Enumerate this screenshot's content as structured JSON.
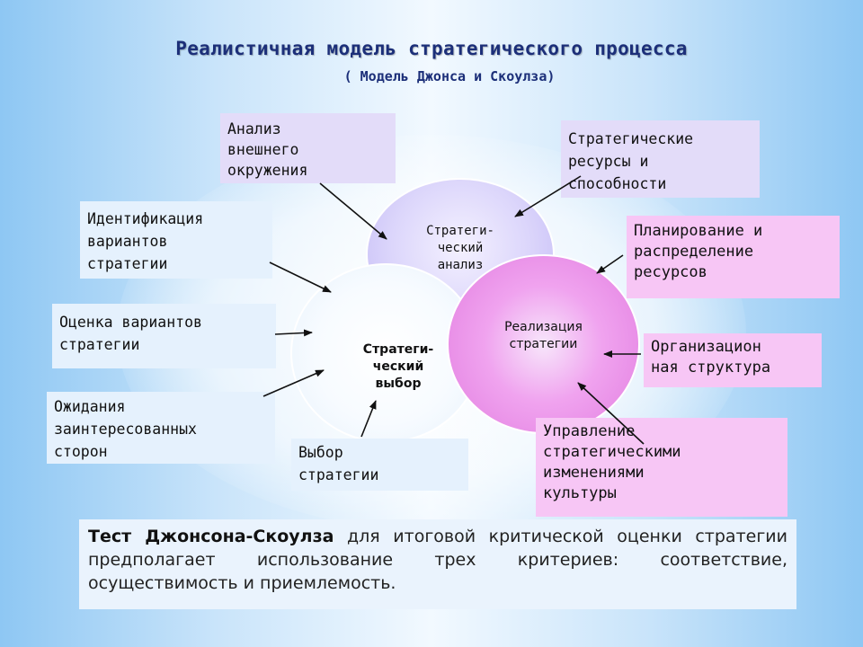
{
  "title": "Реалистичная модель стратегического процесса",
  "subtitle": "( Модель Джонса и Скоулза)",
  "circles": {
    "analysis": [
      "Стратеги-",
      "ческий",
      "анализ"
    ],
    "choice": [
      "Стратеги-",
      "ческий",
      "выбор"
    ],
    "realization": [
      "Реализация",
      "стратегии"
    ]
  },
  "boxes": {
    "external": [
      "Анализ",
      "внешнего",
      "окружения"
    ],
    "resources": [
      "Стратегические",
      "ресурсы и",
      "способности"
    ],
    "identification": [
      "Идентификация",
      "вариантов",
      "стратегии"
    ],
    "planning": [
      "Планирование и",
      "распределение",
      "ресурсов"
    ],
    "evaluation": [
      "Оценка вариантов",
      "стратегии"
    ],
    "org_structure": [
      "Организацион",
      "ная структура"
    ],
    "expectations": [
      "Ожидания",
      "заинтересованных",
      "сторон"
    ],
    "selection": [
      "Выбор",
      "стратегии"
    ],
    "change_management": [
      "Управление",
      "стратегическими",
      "изменениями",
      "культуры"
    ]
  },
  "footer": {
    "bold": "Тест Джонсона-Скоулза",
    "text": " для итоговой критической оценки стратегии предполагает использование трех критериев: соответствие, осуществимость и приемлемость."
  },
  "colors": {
    "title": "#1c2f79",
    "lavender": "#e3dcf9",
    "light_blue": "#e5f1fd",
    "pink": "#f7c6f5",
    "magenta_circle": "#e27ee0"
  }
}
